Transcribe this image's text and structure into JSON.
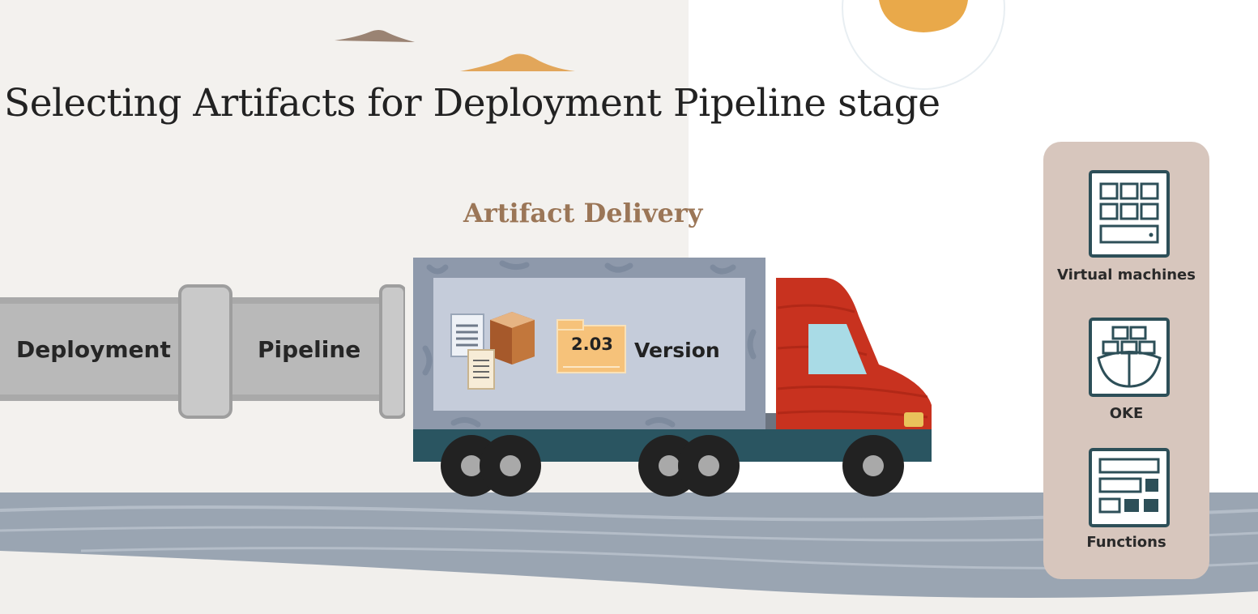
{
  "slide": {
    "title": "Selecting Artifacts for Deployment Pipeline stage",
    "subtitle": "Artifact Delivery"
  },
  "pipe": {
    "segments": [
      "Deployment",
      "Pipeline"
    ]
  },
  "truck": {
    "version_number": "2.03",
    "version_label": "Version"
  },
  "targets": [
    {
      "label": "Virtual machines",
      "icon": "virtual-machine-icon"
    },
    {
      "label": "OKE",
      "icon": "oke-ship-icon"
    },
    {
      "label": "Functions",
      "icon": "functions-icon"
    }
  ],
  "colors": {
    "accent_brown": "#9b7657",
    "truck_red": "#c8321f",
    "chassis_teal": "#2a5561",
    "icon_teal": "#2d4f58",
    "panel": "#d7c6bd",
    "road": "#9aa5b2"
  }
}
